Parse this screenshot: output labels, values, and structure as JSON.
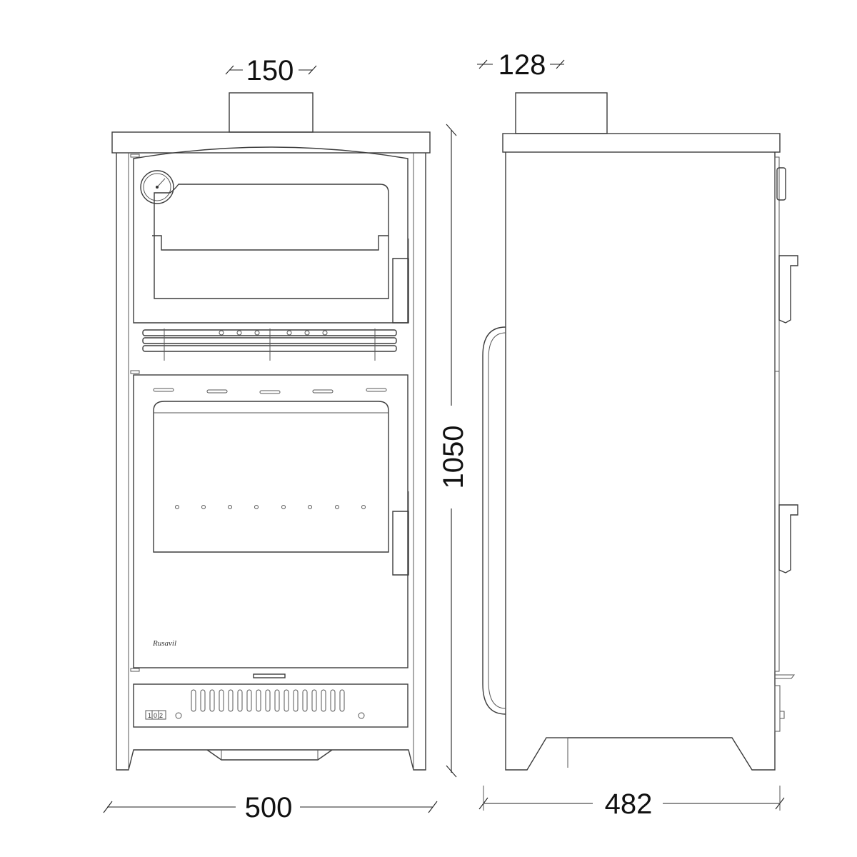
{
  "dimensions": {
    "flue_front": "150",
    "flue_side": "128",
    "height": "1050",
    "width": "500",
    "depth": "482"
  },
  "labels": {
    "counter": "102",
    "logo": "Rusavil"
  },
  "colors": {
    "line": "#3c3c3c",
    "text": "#111111",
    "background": "#ffffff"
  }
}
